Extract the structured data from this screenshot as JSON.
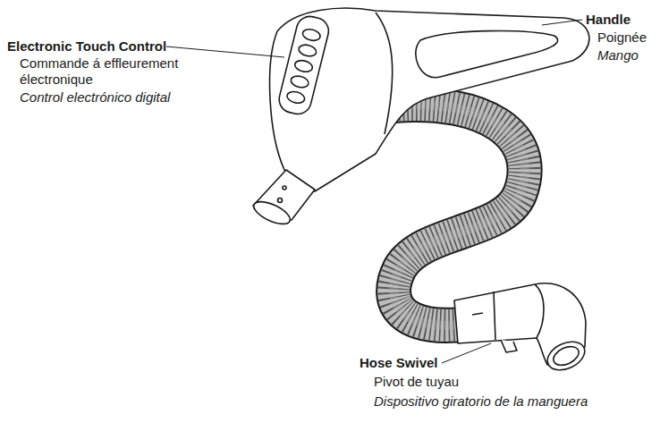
{
  "diagram": {
    "labels": [
      "Electronic Touch Control",
      "Commande á effleurement électronique",
      "Control electrónico digital",
      "Handle",
      "Poignée",
      "Mango",
      "Hose Swivel",
      "Pivot de tuyau",
      "Dispositivo giratorio de la manguera"
    ]
  }
}
